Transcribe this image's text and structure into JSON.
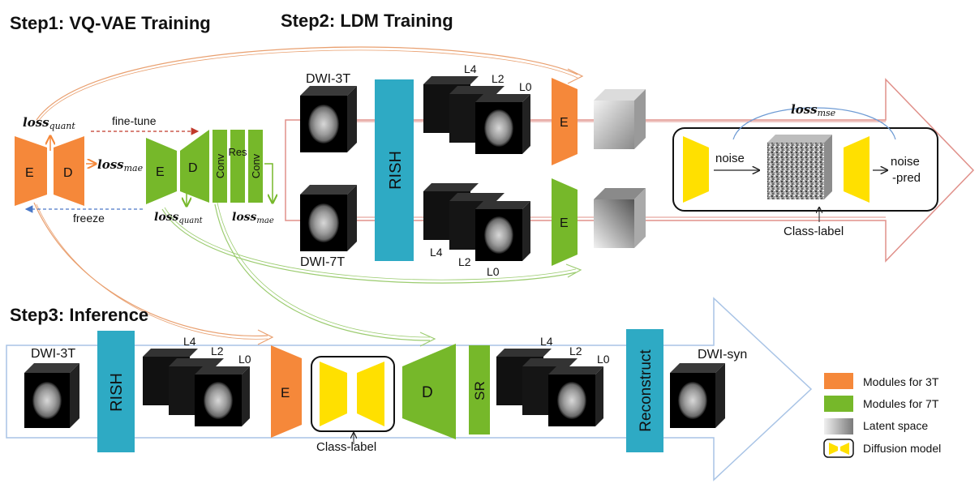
{
  "steps": {
    "step1_title": "Step1: VQ-VAE Training",
    "step2_title": "Step2: LDM Training",
    "step3_title": "Step3: Inference"
  },
  "step1": {
    "loss_quant_left": {
      "main": "loss",
      "sub": "quant"
    },
    "loss_mae_left": {
      "main": "loss",
      "sub": "mae"
    },
    "encoder_3t": "E",
    "decoder_3t": "D",
    "fine_tune": "fine-tune",
    "freeze": "freeze",
    "encoder_7t": "E",
    "decoder_7t": "D",
    "conv1": "Conv",
    "res": "Res",
    "conv2": "Conv",
    "loss_quant_right": {
      "main": "loss",
      "sub": "quant"
    },
    "loss_mae_right": {
      "main": "loss",
      "sub": "mae"
    }
  },
  "step2": {
    "dwi_3t": "DWI-3T",
    "dwi_7t": "DWI-7T",
    "rish": "RISH",
    "levels_top": [
      "L4",
      "L2",
      "L0"
    ],
    "levels_bottom": [
      "L4",
      "L2",
      "L0"
    ],
    "encoder_3t": "E",
    "encoder_7t": "E",
    "loss_mse": {
      "main": "loss",
      "sub": "mse"
    },
    "noise": "noise",
    "noise_pred_line1": "noise",
    "noise_pred_line2": "-pred",
    "class_label": "Class-label"
  },
  "step3": {
    "dwi_3t": "DWI-3T",
    "rish": "RISH",
    "levels": [
      "L4",
      "L2",
      "L0"
    ],
    "encoder": "E",
    "class_label": "Class-label",
    "decoder": "D",
    "sr": "SR",
    "levels_out": [
      "L4",
      "L2",
      "L0"
    ],
    "reconstruct": "Reconstruct",
    "dwi_syn": "DWI-syn"
  },
  "legend": {
    "items": [
      {
        "label": "Modules for 3T",
        "swatch": "orange"
      },
      {
        "label": "Modules for 7T",
        "swatch": "green"
      },
      {
        "label": "Latent space",
        "swatch": "latent"
      },
      {
        "label": "Diffusion model",
        "swatch": "diffusion"
      }
    ]
  },
  "colors": {
    "orange": "#f5883a",
    "green": "#76b82a",
    "teal": "#2eaac4",
    "yellow": "#ffe000",
    "arrow_outline": "#a9c4e6",
    "red_line": "#c0504d",
    "blue_dash": "#4a78c8",
    "red_dash": "#c0392b"
  }
}
